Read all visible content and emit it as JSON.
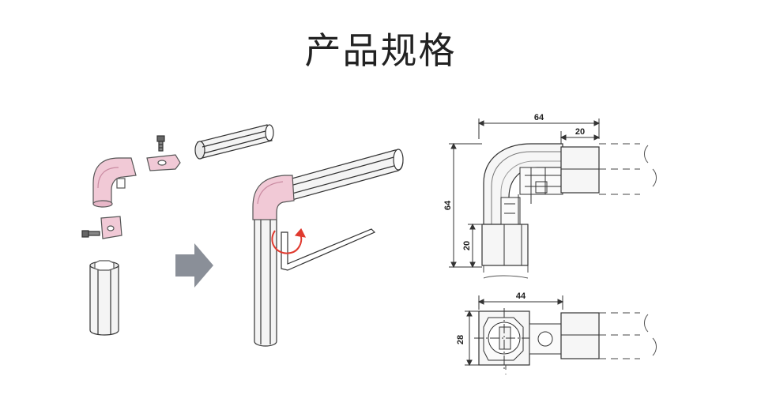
{
  "page": {
    "title": "产品规格"
  },
  "colors": {
    "joint_pink": "#f1c9d6",
    "joint_pink_dark": "#d9a2b6",
    "pipe_light": "#f4f4f4",
    "line": "#333333",
    "arrow_gray": "#8a8f98",
    "rotate_red": "#e03a2f"
  },
  "dimensions": {
    "front_width": "64",
    "front_height": "64",
    "front_stub": "20",
    "front_base": "20",
    "bottom_width": "44",
    "bottom_height": "28"
  }
}
